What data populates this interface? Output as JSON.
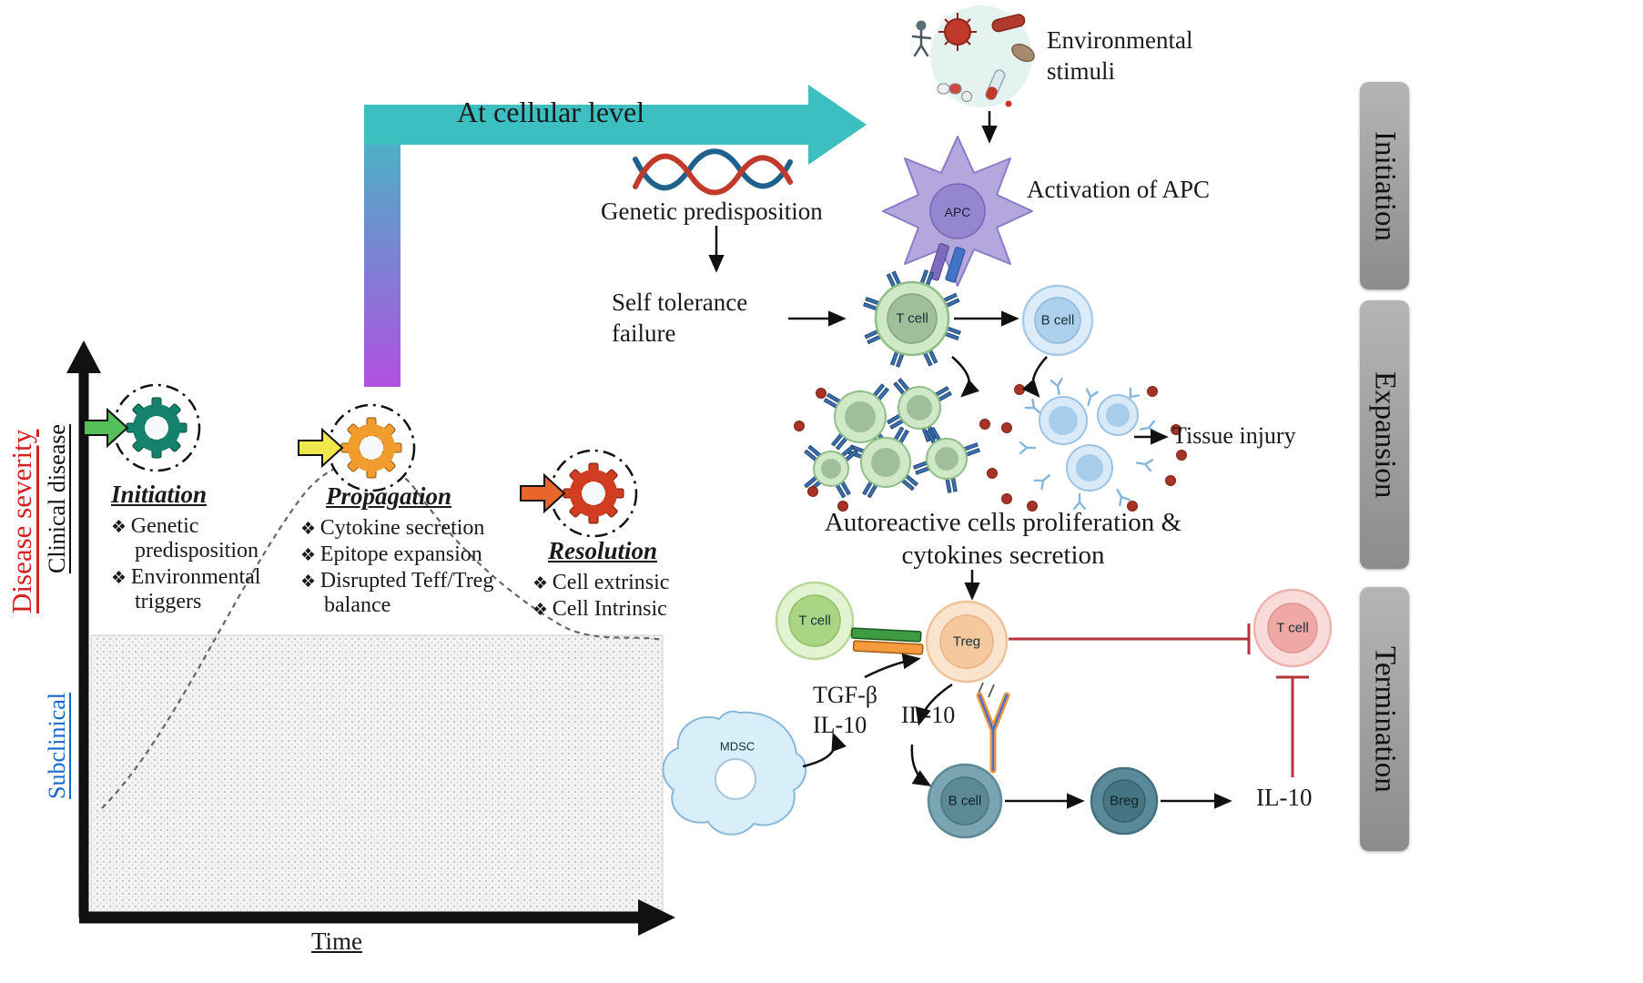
{
  "colors": {
    "arrow_teal": "#3dbfc1",
    "arrow_purple": "#b050e0",
    "severity_red": "#d42020",
    "subclinical_blue": "#1668c8",
    "inhibit_red": "#b5343c",
    "tab_light": "#b5b5b5",
    "tab_dark": "#8c8c8c",
    "gear_green": "#15826b",
    "gear_orange": "#f09d2e",
    "gear_red": "#d13d20",
    "block_green": "#55bf5a",
    "block_yellow": "#efe84b",
    "block_orange": "#e8652c"
  },
  "graph": {
    "y_label": "Disease severity",
    "clinical": "Clinical disease",
    "subclinical": "Subclinical",
    "x_label": "Time"
  },
  "phases": [
    {
      "title": "Initiation",
      "bullets": [
        "Genetic predisposition",
        "Environmental triggers"
      ]
    },
    {
      "title": "Propagation",
      "bullets": [
        "Cytokine secretion",
        "Epitope expansion",
        "Disrupted Teff/Treg balance"
      ]
    },
    {
      "title": "Resolution",
      "bullets": [
        "Cell extrinsic",
        "Cell Intrinsic"
      ]
    }
  ],
  "cellular": {
    "level_arrow": "At cellular level",
    "genetic_predisposition": "Genetic predisposition",
    "self_tolerance": "Self tolerance failure",
    "environmental_stimuli": "Environmental stimuli",
    "activation_apc": "Activation of APC",
    "tissue_injury": "Tissue injury",
    "proliferation_line1": "Autoreactive cells proliferation &",
    "proliferation_line2": "cytokines secretion",
    "tgf_beta": "TGF-β",
    "il10_mdsc": "IL-10",
    "il10_treg": "IL-10",
    "il10_breg": "IL-10"
  },
  "cells": {
    "apc": "APC",
    "t_cell": "T cell",
    "b_cell": "B cell",
    "t_cell_term": "T cell",
    "treg": "Treg",
    "t_cell_target": "T cell",
    "mdsc": "MDSC",
    "b_cell_dark": "B cell",
    "breg": "Breg"
  },
  "side_tabs": [
    "Initiation",
    "Expansion",
    "Termination"
  ]
}
